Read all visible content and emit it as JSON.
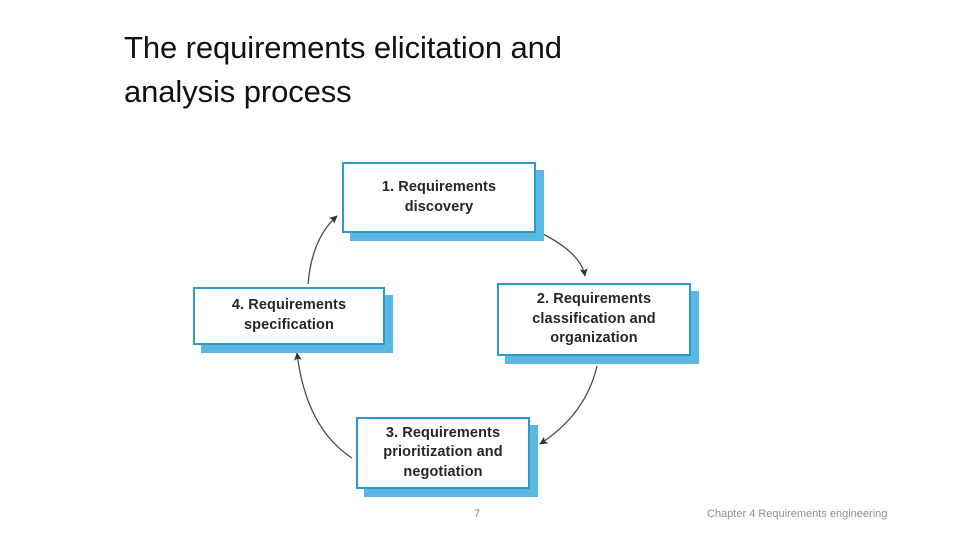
{
  "slide": {
    "title": "The requirements elicitation and\nanalysis process"
  },
  "diagram": {
    "type": "cycle",
    "direction": "clockwise",
    "boxes": [
      {
        "id": "1",
        "label": "1. Requirements\ndiscovery",
        "position": "top"
      },
      {
        "id": "2",
        "label": "2. Requirements\nclassification and\norganization",
        "position": "right"
      },
      {
        "id": "3",
        "label": "3. Requirements\nprioritization and\nnegotiation",
        "position": "bottom"
      },
      {
        "id": "4",
        "label": "4. Requirements\nspecification",
        "position": "left"
      }
    ],
    "arrows": [
      {
        "from": "1",
        "to": "2"
      },
      {
        "from": "2",
        "to": "3"
      },
      {
        "from": "3",
        "to": "4"
      },
      {
        "from": "4",
        "to": "1"
      }
    ],
    "colors": {
      "box_border": "#2a9bce",
      "box_fill": "#ffffff",
      "box_shadow": "#5bb8e0",
      "box_text": "#262626",
      "arrow": "#4d4d4d"
    }
  },
  "footer": {
    "page_number": "7",
    "chapter": "Chapter 4 Requirements engineering"
  }
}
